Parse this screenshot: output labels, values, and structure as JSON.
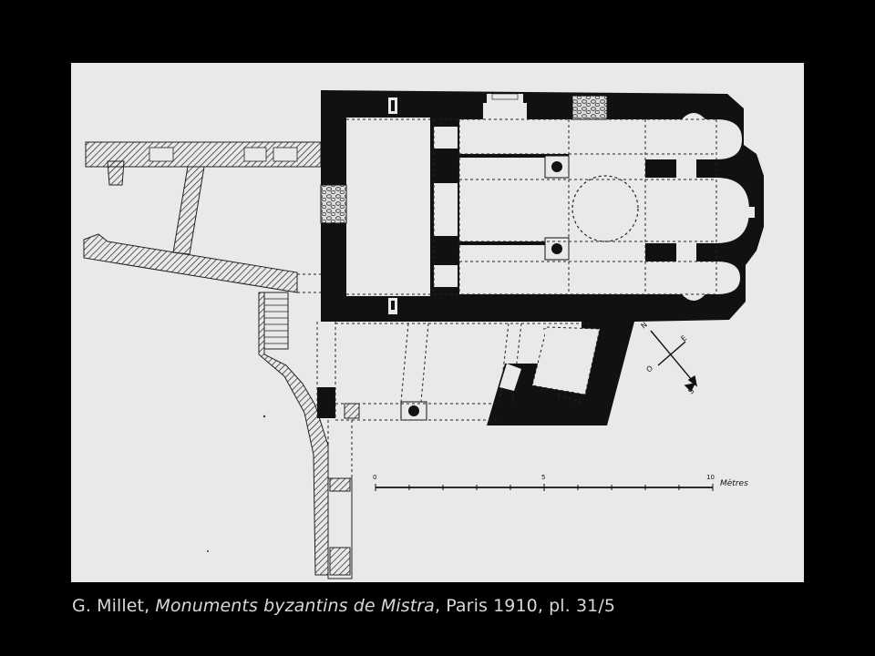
{
  "caption": {
    "author": "G. Millet,",
    "title": "Monuments byzantins de Mistra",
    "details": ", Paris 1910, pl. 31/5"
  },
  "scale": {
    "ticks": [
      "0",
      "5",
      "10"
    ],
    "unit": "Mètres"
  },
  "compass": {
    "letters": [
      "N",
      "E",
      "O",
      "S"
    ]
  },
  "colors": {
    "background": "#000000",
    "paper": "#e9e9e9",
    "ink": "#111111",
    "caption": "#d8d8d8"
  }
}
